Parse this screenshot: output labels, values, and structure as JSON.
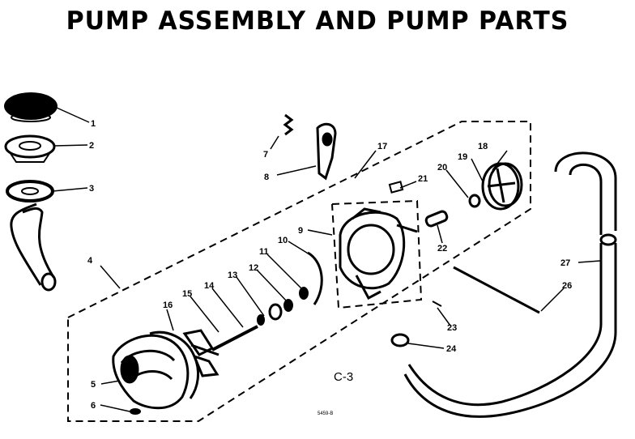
{
  "title": "PUMP ASSEMBLY AND PUMP PARTS",
  "diagram_ref": "C-3",
  "drawing_code": "5459-B",
  "callouts": {
    "c1": "1",
    "c2": "2",
    "c3": "3",
    "c4": "4",
    "c5": "5",
    "c6": "6",
    "c7": "7",
    "c8": "8",
    "c9": "9",
    "c10": "10",
    "c11": "11",
    "c12": "12",
    "c13": "13",
    "c14": "14",
    "c15": "15",
    "c16": "16",
    "c17": "17",
    "c18": "18",
    "c19": "19",
    "c20": "20",
    "c21": "21",
    "c22": "22",
    "c23": "23",
    "c24": "24",
    "c26": "26",
    "c27": "27"
  }
}
